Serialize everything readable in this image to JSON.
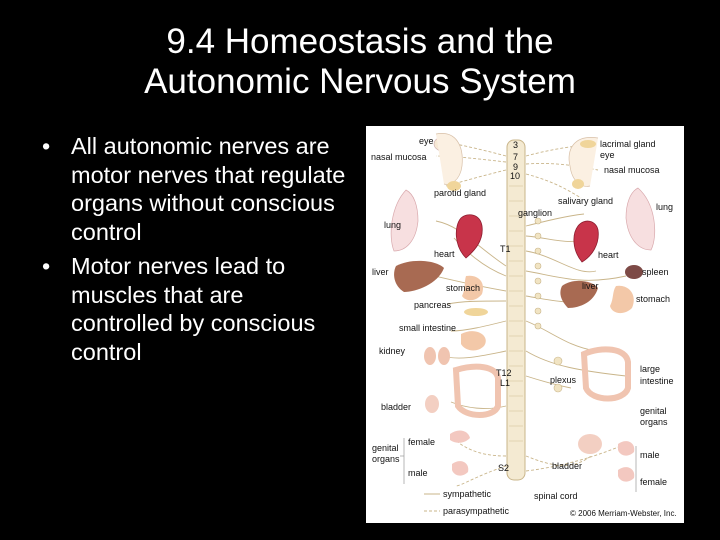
{
  "slide": {
    "title_line1": "9.4 Homeostasis and the",
    "title_line2": "Autonomic Nervous System",
    "bullets": [
      "All autonomic nerves are motor nerves that regulate organs without conscious control",
      "Motor nerves lead to muscles that are controlled by conscious control"
    ]
  },
  "figure": {
    "left_labels": {
      "eye": "eye",
      "nasal_mucosa": "nasal mucosa",
      "parotid_gland": "parotid gland",
      "lung": "lung",
      "heart": "heart",
      "liver": "liver",
      "stomach": "stomach",
      "pancreas": "pancreas",
      "small_intestine": "small intestine",
      "kidney": "kidney",
      "bladder": "bladder",
      "genital_organs_line1": "genital",
      "genital_organs_line2": "organs",
      "female": "female",
      "male": "male"
    },
    "center_labels": {
      "s3": "3",
      "s7": "7",
      "s9": "9",
      "s10": "10",
      "ganglion": "ganglion",
      "t1": "T1",
      "t12": "T12",
      "l1": "L1",
      "plexus": "plexus",
      "s2": "S2",
      "spinal_cord": "spinal cord",
      "bladder": "bladder"
    },
    "right_labels": {
      "lacrimal_gland": "lacrimal gland",
      "eye": "eye",
      "nasal_mucosa": "nasal mucosa",
      "salivary_gland": "salivary gland",
      "lung": "lung",
      "heart": "heart",
      "spleen": "spleen",
      "liver": "liver",
      "stomach": "stomach",
      "large_intestine_line1": "large",
      "large_intestine_line2": "intestine",
      "genital_organs_line1": "genital",
      "genital_organs_line2": "organs",
      "male": "male",
      "female": "female"
    },
    "legend": {
      "sympathetic": "sympathetic",
      "parasympathetic": "parasympathetic"
    },
    "copyright": "© 2006 Merriam-Webster, Inc."
  }
}
